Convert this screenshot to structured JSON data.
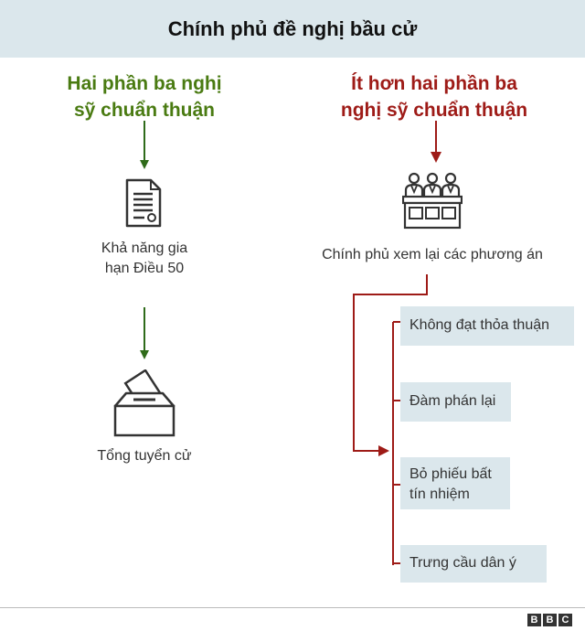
{
  "header": {
    "title": "Chính phủ đề nghị bầu cử"
  },
  "left_branch": {
    "title_line1": "Hai phần ba nghị",
    "title_line2": "sỹ chuẩn thuận",
    "step1_line1": "Khả năng gia",
    "step1_line2": "hạn Điều 50",
    "step2": "Tổng tuyển cử"
  },
  "right_branch": {
    "title_line1": "Ít hơn hai phần ba",
    "title_line2": "nghị sỹ chuẩn thuận",
    "step1": "Chính phủ xem lại các phương án",
    "options": [
      {
        "line1": "Không đạt thỏa thuận"
      },
      {
        "line1": "Đàm phán lại"
      },
      {
        "line1": "Bỏ phiếu bất",
        "line2": "tín nhiệm"
      },
      {
        "line1": "Trưng cầu dân ý"
      }
    ]
  },
  "footer": {
    "logo": [
      "B",
      "B",
      "C"
    ]
  },
  "colors": {
    "left_accent": "#4a7b12",
    "right_accent": "#9e1b17",
    "panel": "#dbe7ec"
  },
  "icons": [
    "document-icon",
    "ballot-box-icon",
    "committee-icon"
  ]
}
